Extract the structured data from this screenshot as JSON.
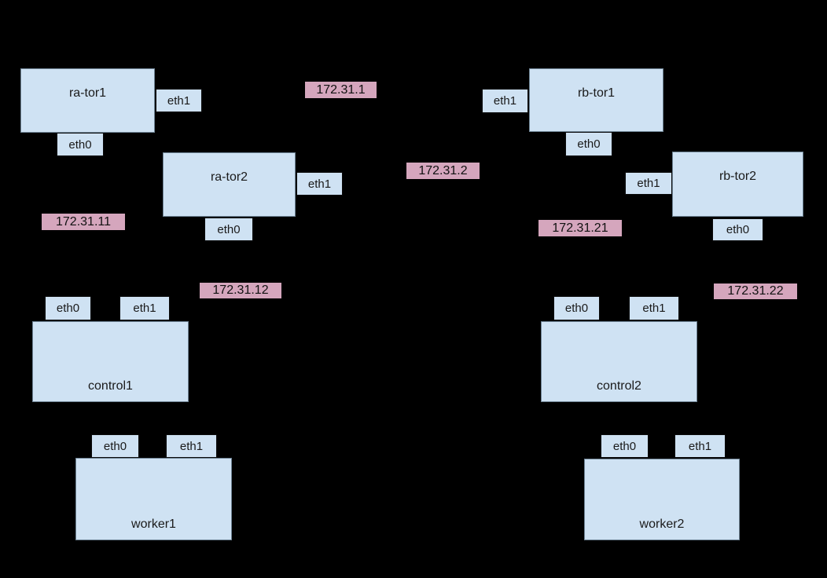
{
  "diagram": {
    "type": "network-topology",
    "background": "#000000",
    "colors": {
      "node_fill": "#cfe2f3",
      "port_fill": "#cfe2f3",
      "port_border": "#0a0a0a",
      "ip_fill": "#d5a6bd",
      "text": "#1a1a1a"
    }
  },
  "nodes": [
    {
      "id": "ra-tor1",
      "label": "ra-tor1",
      "ports": [
        {
          "label": "eth1"
        },
        {
          "label": "eth0"
        }
      ]
    },
    {
      "id": "ra-tor2",
      "label": "ra-tor2",
      "ports": [
        {
          "label": "eth1"
        },
        {
          "label": "eth0"
        }
      ]
    },
    {
      "id": "rb-tor1",
      "label": "rb-tor1",
      "ports": [
        {
          "label": "eth1"
        },
        {
          "label": "eth0"
        }
      ]
    },
    {
      "id": "rb-tor2",
      "label": "rb-tor2",
      "ports": [
        {
          "label": "eth1"
        },
        {
          "label": "eth0"
        }
      ]
    },
    {
      "id": "control1",
      "label": "control1",
      "ports": [
        {
          "label": "eth0"
        },
        {
          "label": "eth1"
        }
      ]
    },
    {
      "id": "control2",
      "label": "control2",
      "ports": [
        {
          "label": "eth0"
        },
        {
          "label": "eth1"
        }
      ]
    },
    {
      "id": "worker1",
      "label": "worker1",
      "ports": [
        {
          "label": "eth0"
        },
        {
          "label": "eth1"
        }
      ]
    },
    {
      "id": "worker2",
      "label": "worker2",
      "ports": [
        {
          "label": "eth0"
        },
        {
          "label": "eth1"
        }
      ]
    }
  ],
  "ip_labels": [
    {
      "text": "172.31.1"
    },
    {
      "text": "172.31.2"
    },
    {
      "text": "172.31.11"
    },
    {
      "text": "172.31.12"
    },
    {
      "text": "172.31.21"
    },
    {
      "text": "172.31.22"
    }
  ]
}
